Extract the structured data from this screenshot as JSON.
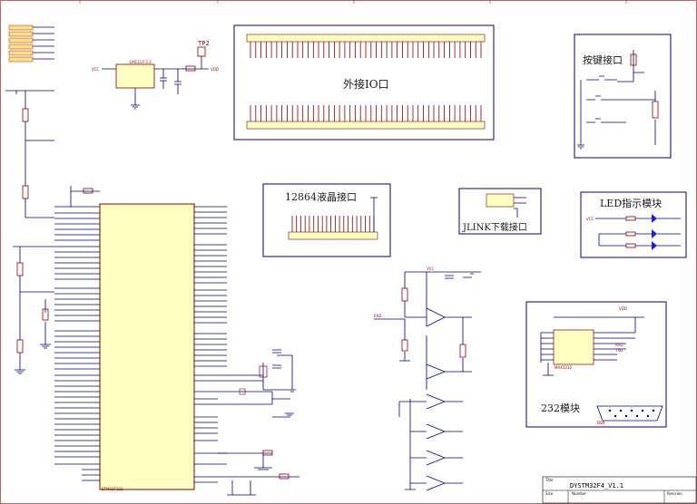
{
  "modules": {
    "external_io": "外接IO口",
    "keys": "按键接口",
    "lcd": "12864液晶接口",
    "jlink": "JLINK下载接口",
    "led": "LED指示模块",
    "rs232": "232模块"
  },
  "components": {
    "mcu": "STM32F103",
    "ldo": "LM1117-3.3",
    "transceiver": "MAX3232",
    "test_point": "TP2",
    "power_vcc": "VCC",
    "power_vdd": "VDD",
    "uart_rx": "RXD",
    "uart_tx": "TXD",
    "db9": "DB9"
  },
  "title_block": {
    "title_label": "Title",
    "title": "DYSTM32F4_V1.1",
    "size_label": "Size",
    "number_label": "Number",
    "revision_label": "Revision"
  },
  "colors": {
    "wire": "#000088",
    "part": "#8b0000",
    "mcu_fill": "#ffffc0",
    "module_border": "#000080"
  }
}
